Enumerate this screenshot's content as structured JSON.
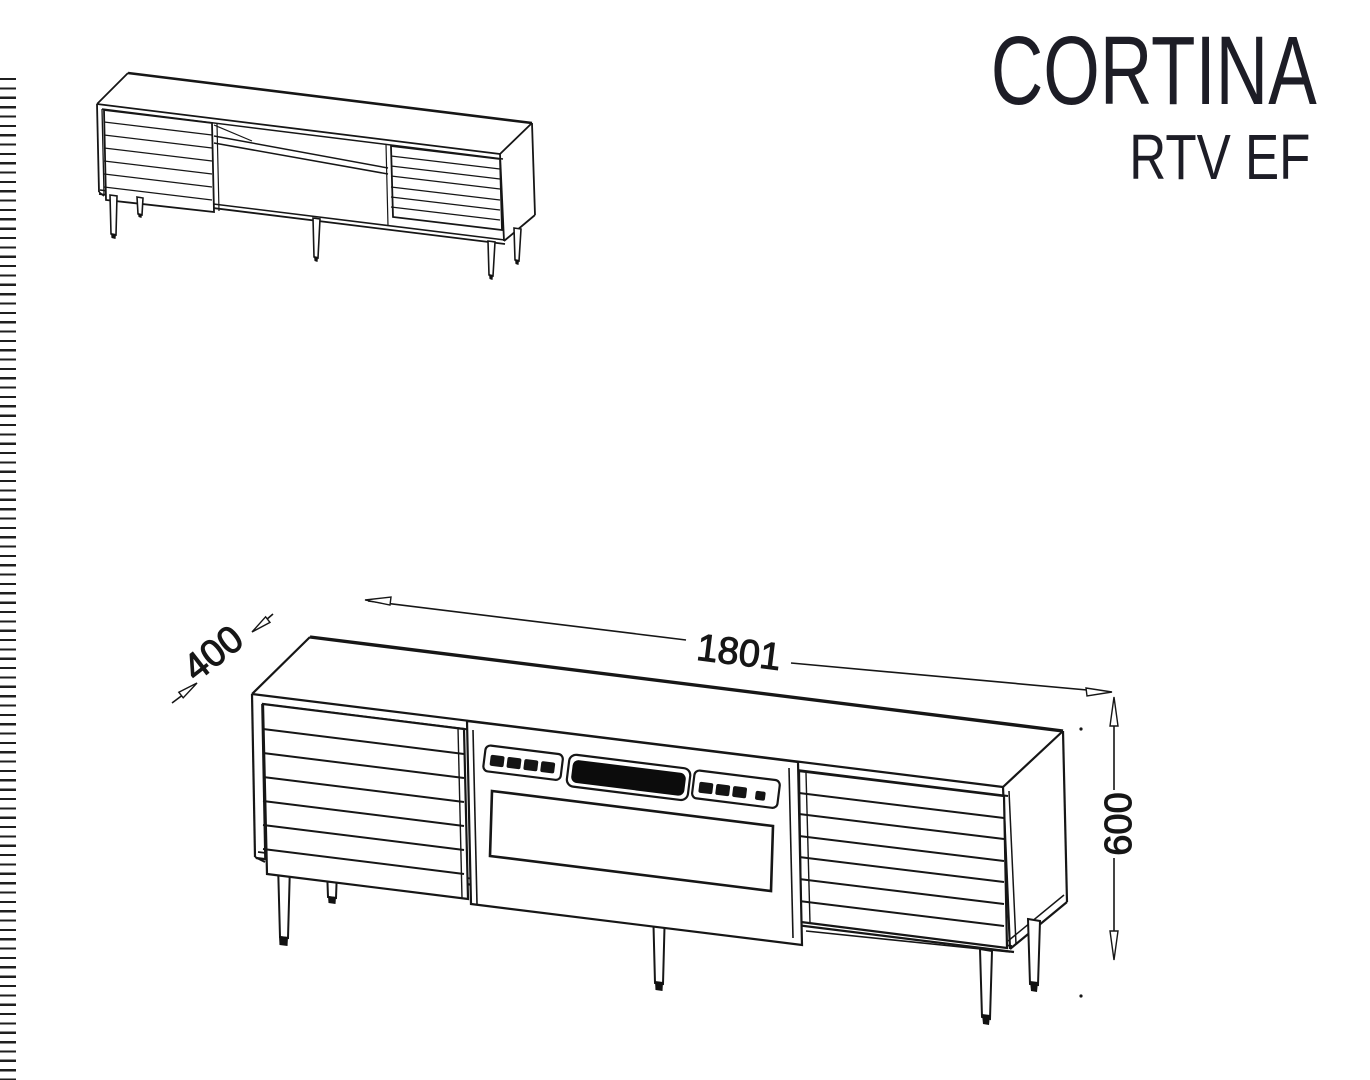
{
  "title_block": {
    "brand": "CORTINA",
    "model": "RTV EF",
    "color": "#1d1d26"
  },
  "dimension_labels": {
    "width": "1801",
    "depth": "400",
    "height": "600"
  },
  "drawing_colors": {
    "ink": "#161616",
    "display_fill": "#0c0c0c",
    "background": "#ffffff"
  },
  "left_edge_ticks": {
    "count": 108
  }
}
